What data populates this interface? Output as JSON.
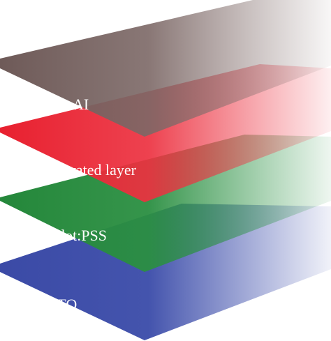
{
  "layers": [
    {
      "label": "ITO",
      "color": "#3b4aa6"
    },
    {
      "label": "Pedot:PSS",
      "color": "#24873a"
    },
    {
      "label": "Activated layer",
      "color": "#e8202f"
    },
    {
      "label": "AI",
      "color": "#6e5a58"
    }
  ]
}
